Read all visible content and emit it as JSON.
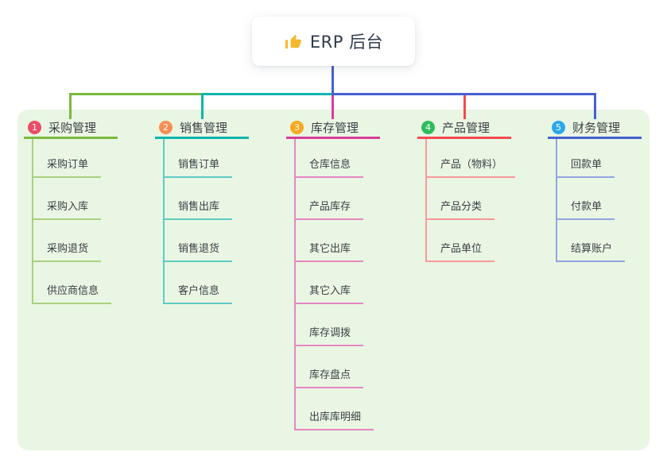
{
  "root": {
    "title": "ERP 后台",
    "icon": "thumbs-up-icon"
  },
  "colors": {
    "canvas_bg": "#FFFFFF",
    "panel_bg": "#E9F6E3",
    "root_text": "#2F3B4D",
    "node_text": "#3A4048",
    "root_connector": "#4560D2",
    "thumb_icon": "#F5B92D"
  },
  "branches": [
    {
      "number": "1",
      "label": "采购管理",
      "line_color": "#7CB93E",
      "child_line_color": "#A9D17F",
      "badge_color": "#EA4D68",
      "children": [
        "采购订单",
        "采购入库",
        "采购退货",
        "供应商信息"
      ]
    },
    {
      "number": "2",
      "label": "销售管理",
      "line_color": "#10B5AC",
      "child_line_color": "#5FCBC4",
      "badge_color": "#F78D52",
      "children": [
        "销售订单",
        "销售出库",
        "销售退货",
        "客户信息"
      ]
    },
    {
      "number": "3",
      "label": "库存管理",
      "line_color": "#D63D9B",
      "child_line_color": "#E487C3",
      "badge_color": "#F9A91F",
      "children": [
        "仓库信息",
        "产品库存",
        "其它出库",
        "其它入库",
        "库存调拨",
        "库存盘点",
        "出库库明细"
      ]
    },
    {
      "number": "4",
      "label": "产品管理",
      "line_color": "#F54A50",
      "child_line_color": "#F9989B",
      "badge_color": "#2EBD5B",
      "children": [
        "产品（物料）",
        "产品分类",
        "产品单位"
      ]
    },
    {
      "number": "5",
      "label": "财务管理",
      "line_color": "#4560D2",
      "child_line_color": "#93A5DF",
      "badge_color": "#2BA7EE",
      "children": [
        "回款单",
        "付款单",
        "结算账户"
      ]
    }
  ]
}
